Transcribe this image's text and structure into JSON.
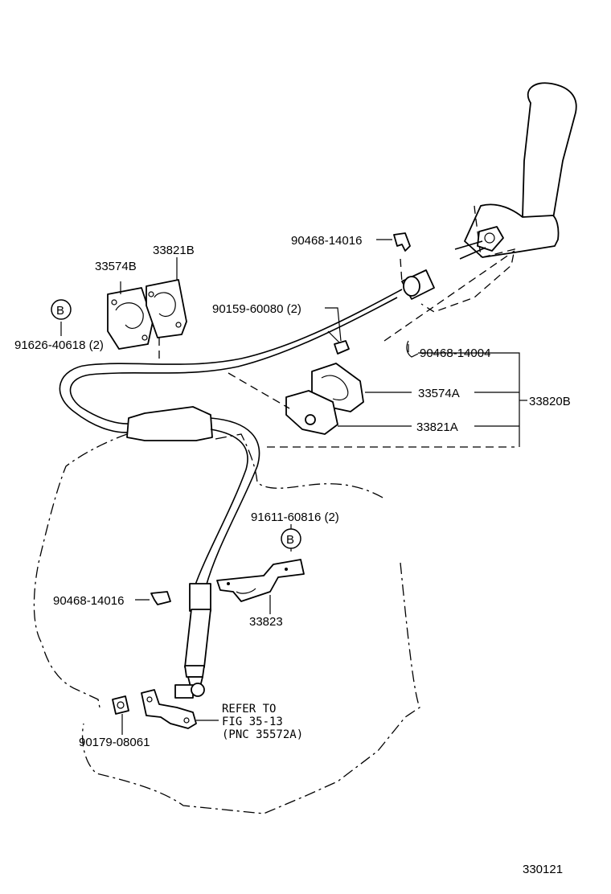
{
  "diagram_id": "330121",
  "callout_symbol": "B",
  "parts": {
    "clip_upper": "90468-14016",
    "bolt_upper": "90159-60080 (2)",
    "retainer_b": "33574B",
    "gasket_b": "33821B",
    "bolt_b": "91626-40618 (2)",
    "clip_pin": "90468-14004",
    "retainer_a": "33574A",
    "gasket_a": "33821A",
    "cable_assy": "33820B",
    "bolt_lower": "91611-60816 (2)",
    "bracket": "33823",
    "clip_lower": "90468-14016",
    "nut": "90179-08061"
  },
  "refer": {
    "line1": "REFER TO",
    "line2": "FIG 35-13",
    "line3": "(PNC 35572A)"
  }
}
